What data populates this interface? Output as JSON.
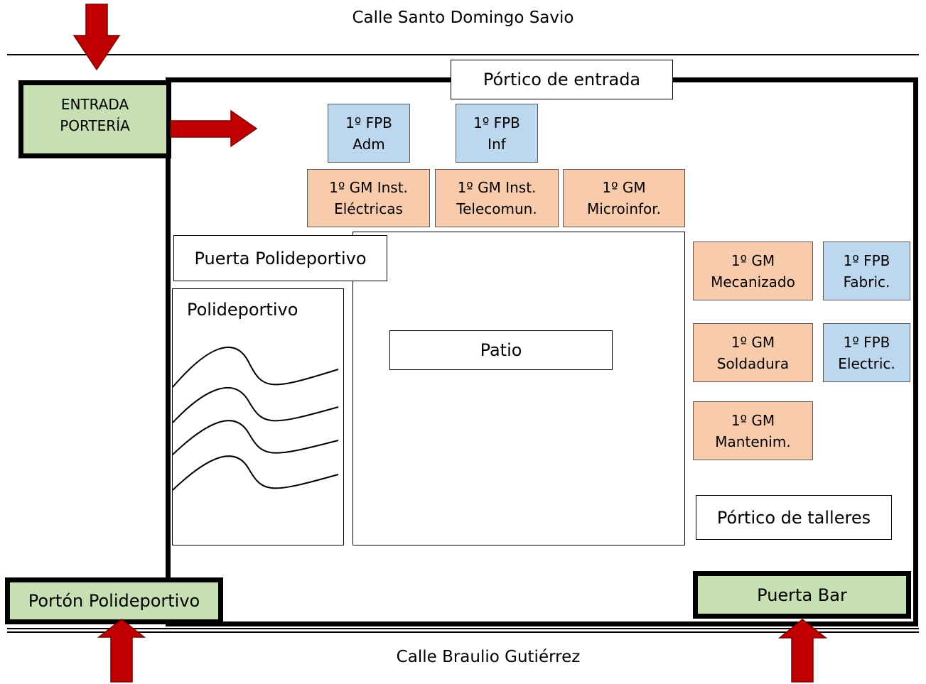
{
  "streets": {
    "top": "Calle Santo Domingo Savio",
    "bottom": "Calle Braulio Gutiérrez"
  },
  "gates": {
    "entrada": [
      "ENTRADA",
      "PORTERÍA"
    ],
    "porton": "Portón Polideportivo",
    "bar": "Puerta Bar"
  },
  "labels": {
    "portico_entrada": "Pórtico de entrada",
    "puerta_polideportivo": "Puerta Polideportivo",
    "polideportivo": "Polideportivo",
    "patio": "Patio",
    "portico_talleres": "Pórtico de talleres"
  },
  "rooms": {
    "fpb_adm": [
      "1º FPB",
      "Adm"
    ],
    "fpb_inf": [
      "1º FPB",
      "Inf"
    ],
    "gm_electricas": [
      "1º GM Inst.",
      "Eléctricas"
    ],
    "gm_telecom": [
      "1º GM Inst.",
      "Telecomun."
    ],
    "gm_microinfor": [
      "1º GM",
      "Microinfor."
    ],
    "gm_mecanizado": [
      "1º GM",
      "Mecanizado"
    ],
    "fpb_fabric": [
      "1º FPB",
      "Fabric."
    ],
    "gm_soldadura": [
      "1º GM",
      "Soldadura"
    ],
    "fpb_electric": [
      "1º FPB",
      "Electric."
    ],
    "gm_mantenim": [
      "1º GM",
      "Mantenim."
    ]
  },
  "colors": {
    "gate_green": "#c6e0b4",
    "fpb_blue": "#bdd7ee",
    "gm_orange": "#f8cbad",
    "arrow_red": "#c00000"
  },
  "icons": {
    "arrows": "arrow-icon",
    "waves": "wave-line-icon"
  }
}
